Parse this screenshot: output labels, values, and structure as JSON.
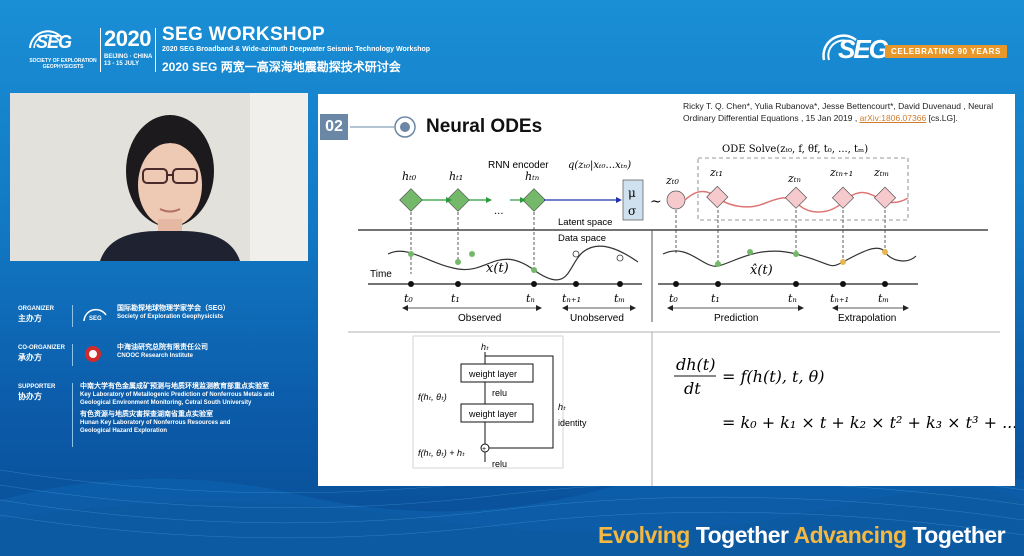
{
  "header": {
    "seg_left": "SEG",
    "seg_left_sub": [
      "SOCIETY OF EXPLORATION",
      "GEOPHYSICISTS"
    ],
    "year": "2020",
    "year_sub": [
      "BEIJING · CHINA",
      "13 - 15 JULY"
    ],
    "title": "SEG WORKSHOP",
    "subtitle_en": "2020 SEG Broadband & Wide-azimuth Deepwater Seismic Technology Workshop",
    "subtitle_cn": "2020 SEG 两宽一高深海地震勘探技术研讨会",
    "seg_right": "SEG",
    "celebrating": "CELEBRATING 90 YEARS"
  },
  "organizers": [
    {
      "label_en": "ORGANIZER",
      "label_cn": "主办方",
      "name_cn": "国际勘探地球物理学家学会（SEG）",
      "name_en": "Society of Exploration Geophysicists"
    },
    {
      "label_en": "CO-ORGANIZER",
      "label_cn": "承办方",
      "name_cn": "中海油研究总院有限责任公司",
      "name_en": "CNOOC Research Institute"
    },
    {
      "label_en": "SUPPORTER",
      "label_cn": "协办方",
      "name_cn": "中南大学有色金属成矿预测与地质环境监测教育部重点实验室",
      "name_en": "Key Laboratory of Metallogenic Prediction of Nonferrous Metals and",
      "name_en2": "Geological Environment Monitoring, Cetral South University",
      "name_cn2": "有色资源与地质灾害探查湖南省重点实验室",
      "name_en3": "Hunan Key Laboratory of Nonferrous Resources and",
      "name_en4": "Geological Hazard Exploration"
    }
  ],
  "slide": {
    "number": "02",
    "title": "Neural ODEs",
    "ref_line1": "Ricky T. Q. Chen*, Yulia Rubanova*, Jesse Bettencourt*, David Duvenaud , Neural",
    "ref_line2": "Ordinary Differential Equations , 15 Jan 2019 , ",
    "ref_link": "arXiv:1806.07366",
    "ref_tail": " [cs.LG].",
    "rnn_encoder": "RNN encoder",
    "latent_space": "Latent space",
    "data_space": "Data space",
    "time": "Time",
    "ode_solve": "ODE Solve(zₜ₀, f, θf, t₀, ..., tₘ)",
    "q_label": "q(zₜ₀|xₜ₀...xₜₙ)",
    "mu": "μ",
    "sigma": "σ",
    "tilde": "~",
    "ellipsis": "...",
    "h_labels": [
      "hₜ₀",
      "hₜ₁",
      "hₜₙ"
    ],
    "z_labels": [
      "zₜ₀",
      "zₜ₁",
      "zₜₙ",
      "zₜₙ₊₁",
      "zₜₘ"
    ],
    "x_t": "x(t)",
    "x_hat": "x̂(t)",
    "t_left": [
      "t₀",
      "t₁",
      "tₙ",
      "tₙ₊₁",
      "tₘ"
    ],
    "t_right": [
      "t₀",
      "t₁",
      "tₙ",
      "tₙ₊₁",
      "tₘ"
    ],
    "observed": "Observed",
    "unobserved": "Unobserved",
    "prediction": "Prediction",
    "extrapolation": "Extrapolation",
    "resnet": {
      "ht_top": "hₜ",
      "layer1": "weight layer",
      "relu1": "relu",
      "layer2": "weight layer",
      "f_left": "f(hₜ, θₜ)",
      "ht_side": "hₜ",
      "identity": "identity",
      "sum": "f(hₜ, θₜ) + hₜ",
      "relu2": "relu",
      "plus": "+"
    },
    "eq1_lhs_num": "dh(t)",
    "eq1_lhs_den": "dt",
    "eq1_rhs": "= f(h(t), t, θ)",
    "eq2": "= k₀ + k₁ × t + k₂ × t² + k₃ × t³ + ..."
  },
  "tagline": {
    "w1": "Evolving",
    "w2": " Together ",
    "w3": "Advancing",
    "w4": " Together"
  },
  "colors": {
    "accent_orange": "#e8982a",
    "badge": "#6a87a5",
    "node_green": "#74b96a",
    "diamond_pink": "#f6c9cc",
    "curve_red": "#e07575"
  }
}
